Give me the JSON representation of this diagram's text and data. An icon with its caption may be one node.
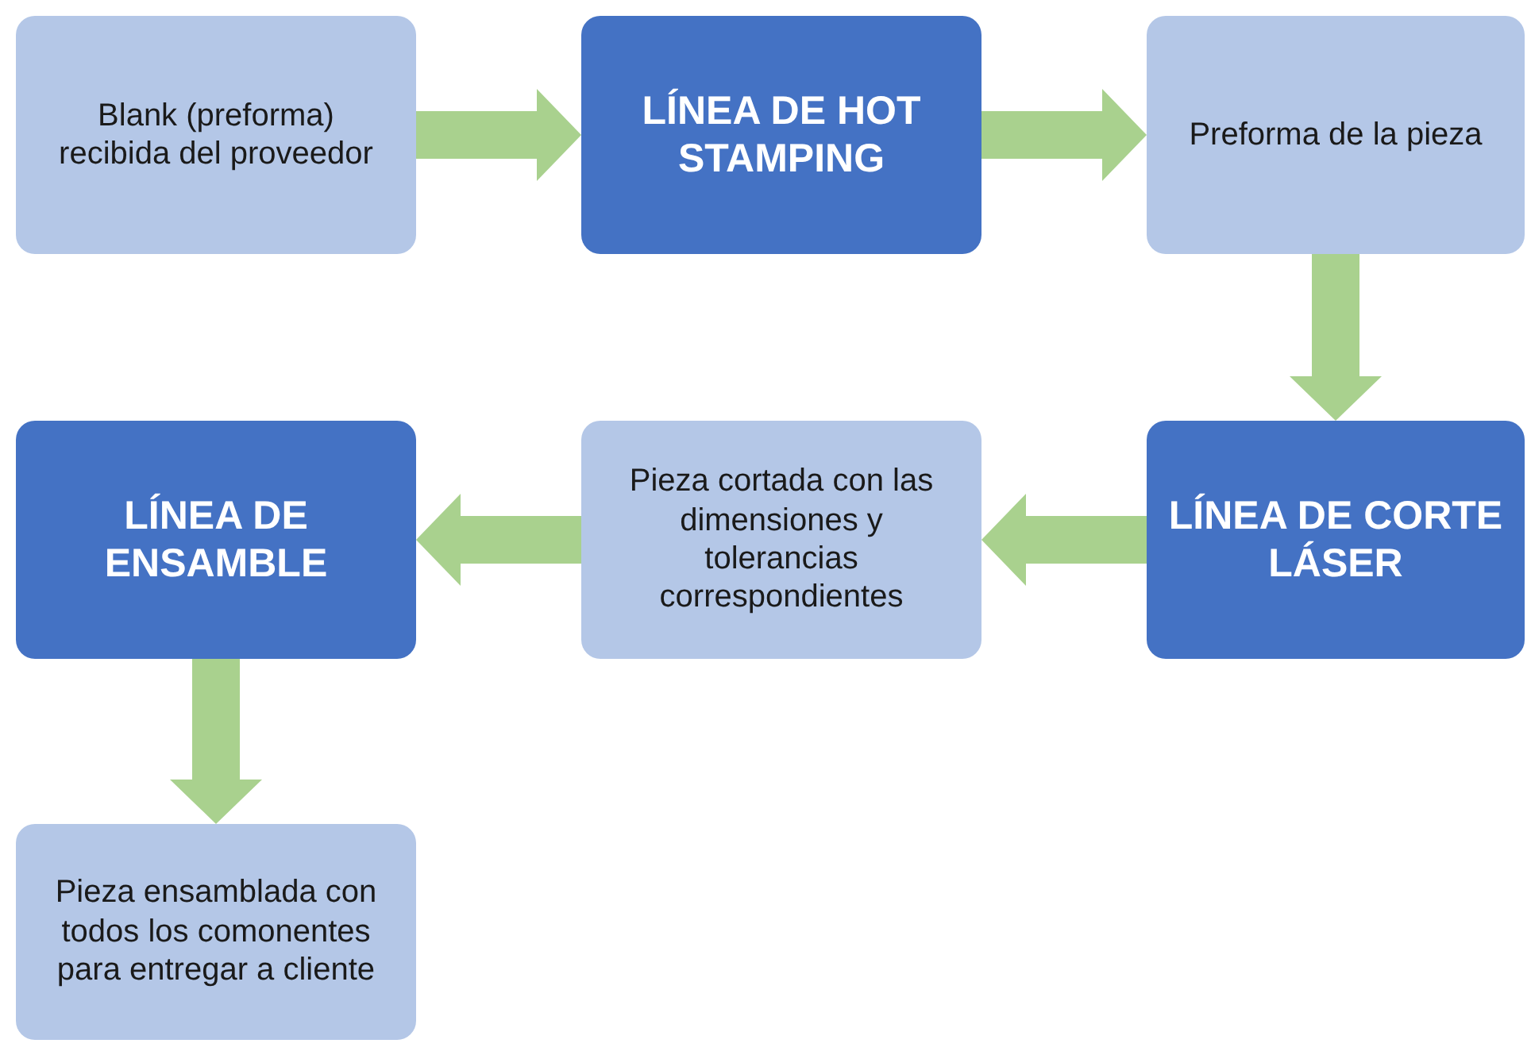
{
  "diagram": {
    "nodes": [
      {
        "text": [
          "Blank (preforma) recibida del proveedor"
        ]
      },
      {
        "text": [
          "LÍNEA DE HOT STAMPING"
        ]
      },
      {
        "text": [
          "Preforma de la pieza"
        ]
      },
      {
        "text": [
          "LÍNEA DE CORTE LÁSER"
        ]
      },
      {
        "text": [
          "Pieza cortada con las dimensiones y tolerancias correspondientes"
        ]
      },
      {
        "text": [
          "LÍNEA DE ENSAMBLE"
        ]
      },
      {
        "text": [
          "Pieza ensamblada con todos los comonentes para entregar a cliente"
        ]
      }
    ],
    "edges": [
      {
        "from": 0,
        "to": 1,
        "arrow": "to"
      },
      {
        "from": 1,
        "to": 2,
        "arrow": "to"
      },
      {
        "from": 2,
        "to": 3,
        "arrow": "to"
      },
      {
        "from": 3,
        "to": 4,
        "arrow": "to"
      },
      {
        "from": 4,
        "to": 5,
        "arrow": "to"
      },
      {
        "from": 5,
        "to": 6,
        "arrow": "to"
      }
    ]
  }
}
